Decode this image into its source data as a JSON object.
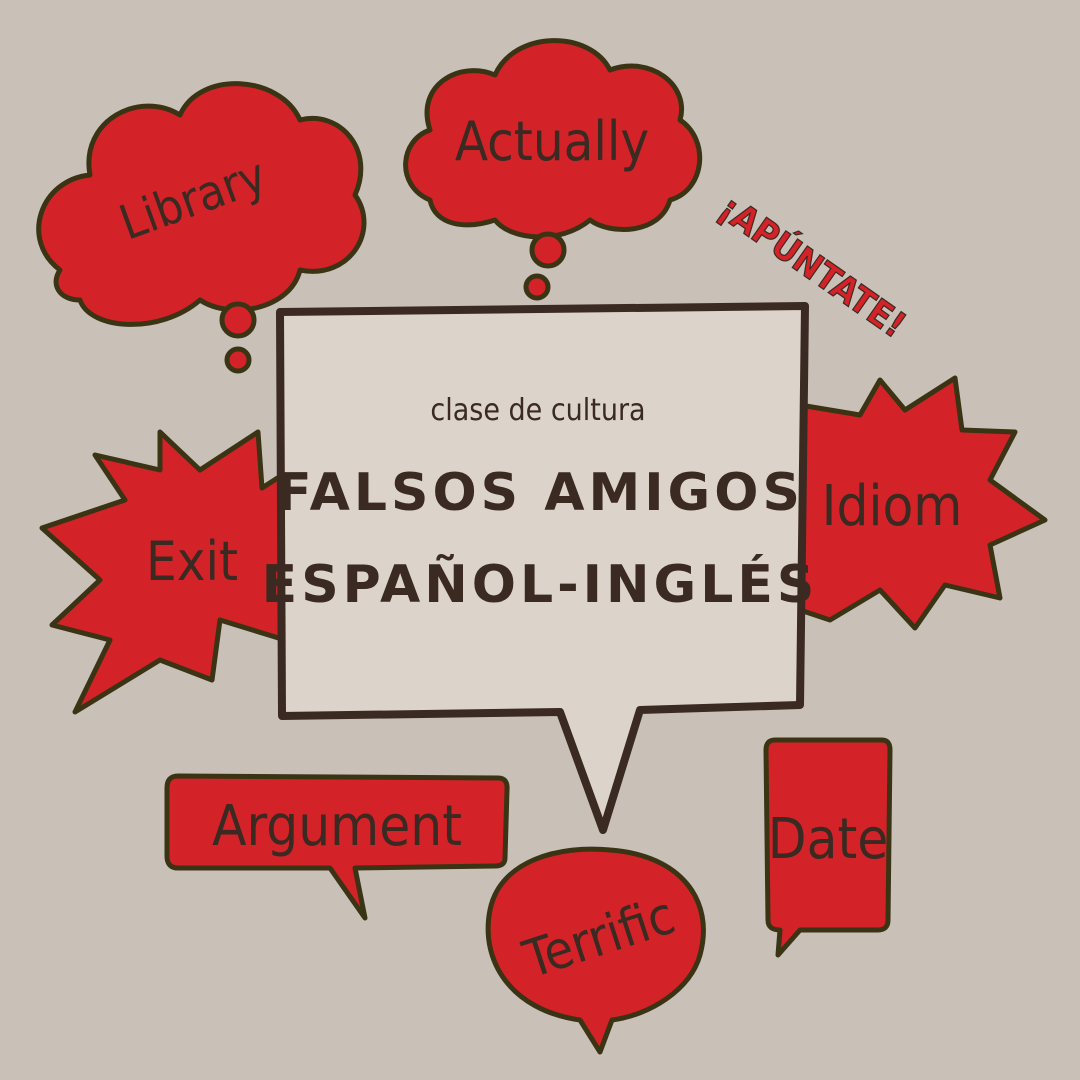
{
  "colors": {
    "background": "#c9c0b8",
    "bubble_red": "#d42229",
    "outline": "#3a3415",
    "center_fill": "#dcd3ca",
    "text": "#3a2a22"
  },
  "center": {
    "subtitle": "clase de cultura",
    "title_line1": "FALSOS AMIGOS",
    "title_line2": "ESPAÑOL-INGLÉS"
  },
  "callout": "¡APÚNTATE!",
  "bubbles": {
    "library": "Library",
    "actually": "Actually",
    "exit": "Exit",
    "idiom": "Idiom",
    "argument": "Argument",
    "date": "Date",
    "terrific": "Terrific"
  }
}
